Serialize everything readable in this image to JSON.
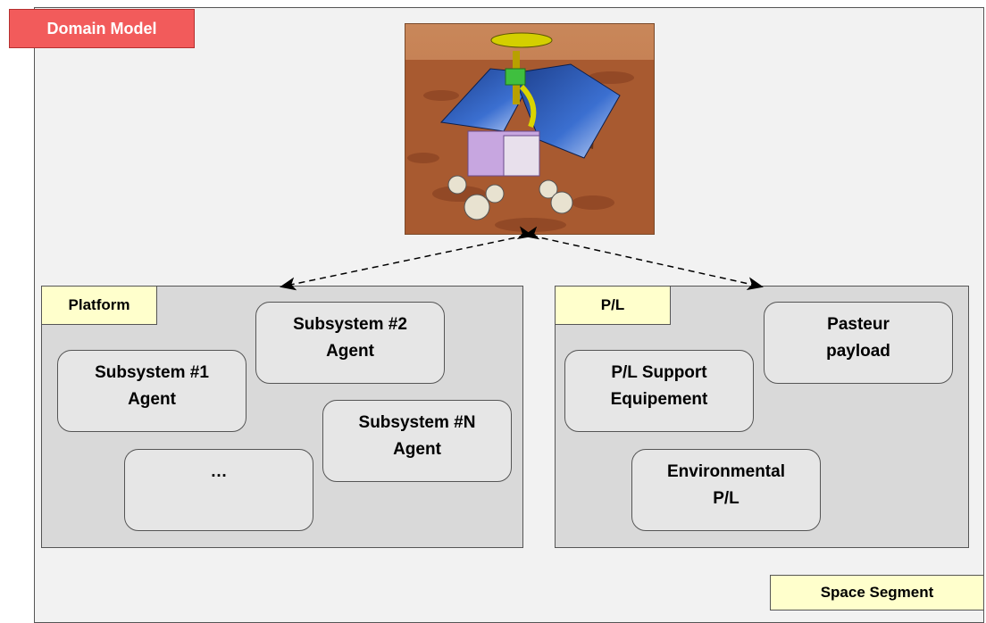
{
  "title": "Domain Model",
  "segment_label": "Space Segment",
  "platform": {
    "label": "Platform",
    "nodes": [
      "Subsystem #2\nAgent",
      "Subsystem #1\nAgent",
      "Subsystem #N\nAgent",
      "…"
    ]
  },
  "payload": {
    "label": "P/L",
    "nodes": [
      "Pasteur\npayload",
      "P/L Support\nEquipement",
      "Environmental\nP/L"
    ]
  }
}
